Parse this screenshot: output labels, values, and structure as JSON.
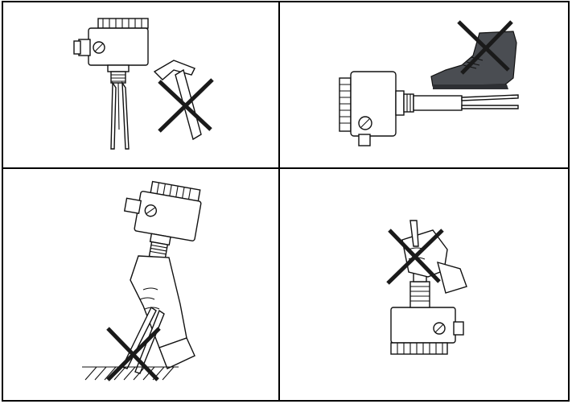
{
  "figure": {
    "panels": [
      {
        "id": "p1",
        "illustration": "sensor-with-hammer",
        "prohibited": true
      },
      {
        "id": "p2",
        "illustration": "sensor-stepped-on-by-boot",
        "prohibited": true
      },
      {
        "id": "p3",
        "illustration": "sensor-held-by-forks-striking-ground",
        "prohibited": true
      },
      {
        "id": "p4",
        "illustration": "sensor-twisted-by-forks",
        "prohibited": true
      }
    ],
    "colors": {
      "line": "#111111",
      "boot": "#4a4d52",
      "cross": "#1a1a1a",
      "background": "#ffffff"
    }
  }
}
